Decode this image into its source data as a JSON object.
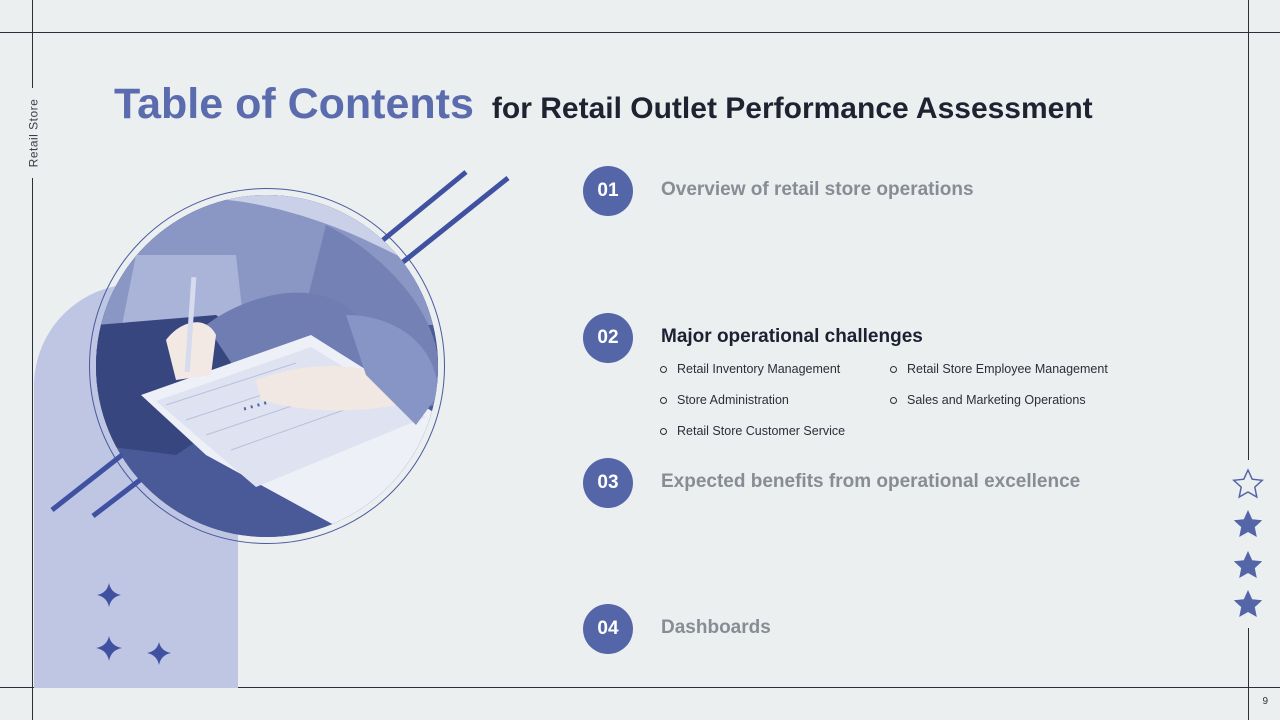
{
  "side_label": "Retail Store",
  "title": {
    "main": "Table of Contents",
    "sub": "for Retail Outlet Performance Assessment"
  },
  "items": [
    {
      "number": "01",
      "title": "Overview of retail store operations",
      "active": false
    },
    {
      "number": "02",
      "title": "Major operational challenges",
      "active": true,
      "subitems": [
        "Retail Inventory  Management",
        "Retail Store Employee Management",
        "Store Administration",
        "Sales and Marketing Operations",
        "Retail Store Customer Service"
      ]
    },
    {
      "number": "03",
      "title": "Expected benefits from operational excellence",
      "active": false
    },
    {
      "number": "04",
      "title": "Dashboards",
      "active": false
    }
  ],
  "page_number": "9",
  "colors": {
    "accent": "#5466a8",
    "title_accent": "#5b6cae",
    "arch": "#bec6e3",
    "background": "#ebeff0",
    "inactive_text": "#888c94",
    "active_text": "#1d2030"
  },
  "icons": [
    "star-outline-icon",
    "star-filled-icon",
    "sparkle-icon",
    "list-bullet-icon"
  ]
}
